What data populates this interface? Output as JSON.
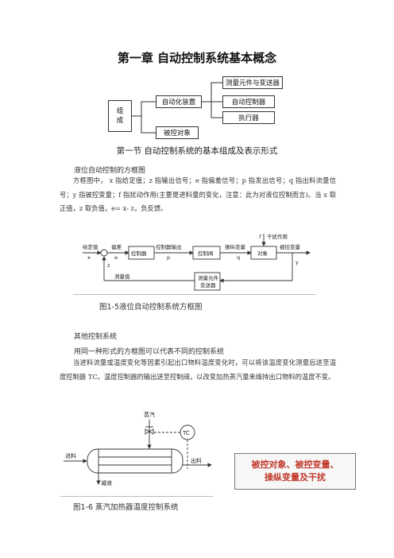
{
  "chapter_title": "第一章  自动控制系统基本概念",
  "composition": {
    "root": "组\n成",
    "automation_device": "自动化装置",
    "controlled_object": "被控对象",
    "items": [
      "测量元件与变送器",
      "自动控制器",
      "执行器"
    ]
  },
  "section_title": "第一节  自动控制系统的基本组成及表示形式",
  "block_diagram_heading": "液位自动控制的方框图",
  "block_diagram_paragraph": "方框图中， x 指给定值；z 指输出信号；e 指偏差信号；p 指发出信号；q 指出料流量信号；y 指被控变量；f 指扰动作用(主要是进料量的变化，注意：此为对液位控制而言)。当 x 取正值，z 取负值，e= x- z，负反馈。",
  "fig15": {
    "labels": {
      "setpoint": "给定值",
      "x": "x",
      "deviation": "偏差",
      "e": "e",
      "controller": "控制器",
      "controller_output": "控制器输出",
      "p": "p",
      "valve": "控制阀",
      "manipulated": "操纵变量",
      "q": "q",
      "object": "对象",
      "controlled_var": "被控变量",
      "y": "y",
      "f": "f",
      "disturbance": "干扰作用",
      "z": "z",
      "measured": "测量值",
      "transmitter_line1": "测量元件",
      "transmitter_line2": "变送器"
    },
    "caption": "图1-5液位自动控制系统方框图"
  },
  "other_heading": "其他控制系统",
  "other_line": "用同一种形式的方框图可以代表不同的控制系统",
  "other_paragraph": "当进料流量或温度变化等因素引起出口物料温度变化时，可以将该温度变化测量后送至温度控制器 TC。温度控制器的输出送至控制阀，以改变加热蒸汽量来维持出口物料的温度不变。",
  "fig16": {
    "labels": {
      "steam": "蒸汽",
      "tc": "TC",
      "feed": "进料",
      "outlet": "出料",
      "condensate": "凝液"
    },
    "caption": "图1-6 蒸汽加热器温度控制系统"
  },
  "callout": {
    "line1": "被控对象、被控变量、",
    "line2": "操纵变量及干扰"
  }
}
